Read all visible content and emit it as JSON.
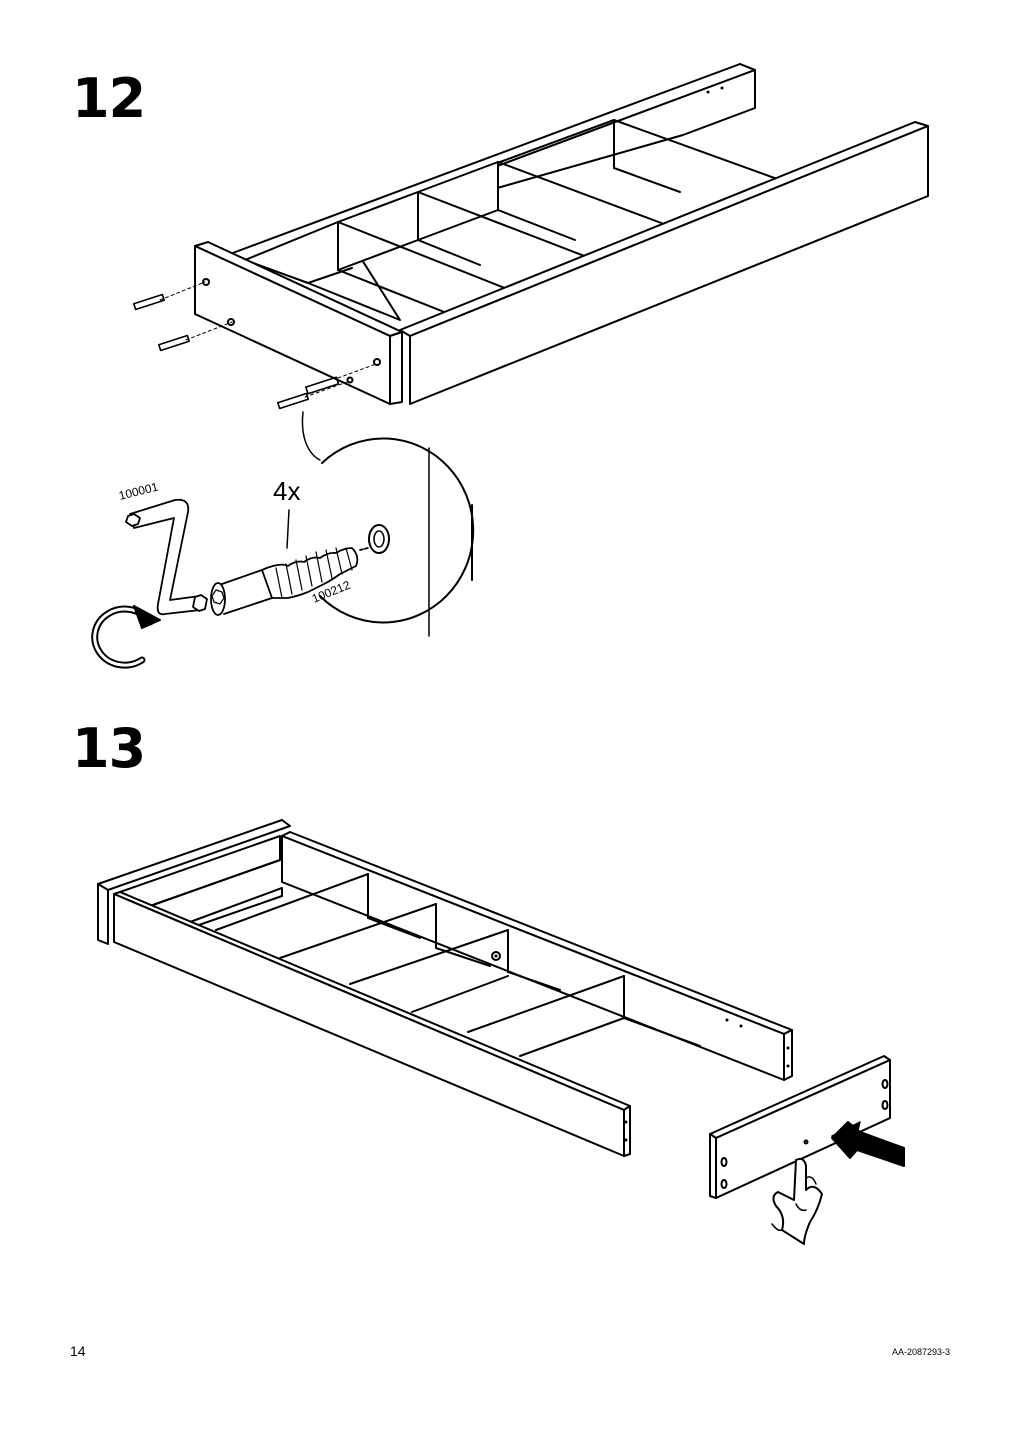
{
  "page": {
    "page_number": "14",
    "document_code": "AA-2087293-3"
  },
  "steps": [
    {
      "number": "12",
      "quantity": "4x",
      "tool_part_number": "100001",
      "screw_part_number": "100212"
    },
    {
      "number": "13"
    }
  ],
  "icons": {
    "rotate": "clockwise-rotation-icon",
    "push": "push-arrow-icon",
    "hand": "pointing-hand-icon"
  },
  "colors": {
    "line": "#000000",
    "background": "#ffffff"
  }
}
